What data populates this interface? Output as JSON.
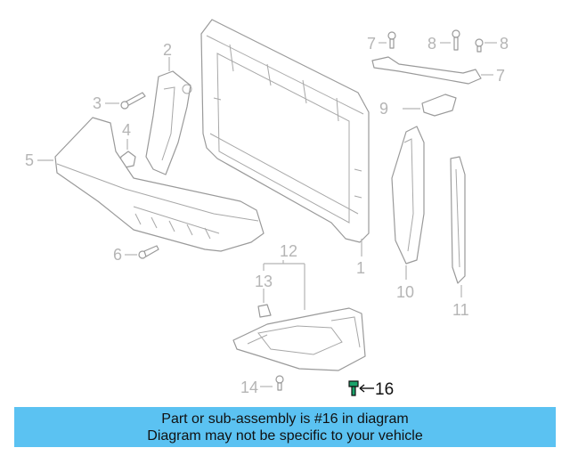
{
  "diagram": {
    "callouts": [
      "1",
      "2",
      "3",
      "4",
      "5",
      "6",
      "7",
      "8",
      "8",
      "9",
      "10",
      "11",
      "12",
      "13",
      "14",
      "15",
      "16"
    ],
    "highlight_label": "16",
    "highlight_color": "#1aa36b",
    "label_color": "#b5b5b5"
  },
  "banner": {
    "line1": "Part or sub-assembly is #16 in diagram",
    "line2": "Diagram may not be specific to your vehicle",
    "background": "#5bc2f2"
  }
}
